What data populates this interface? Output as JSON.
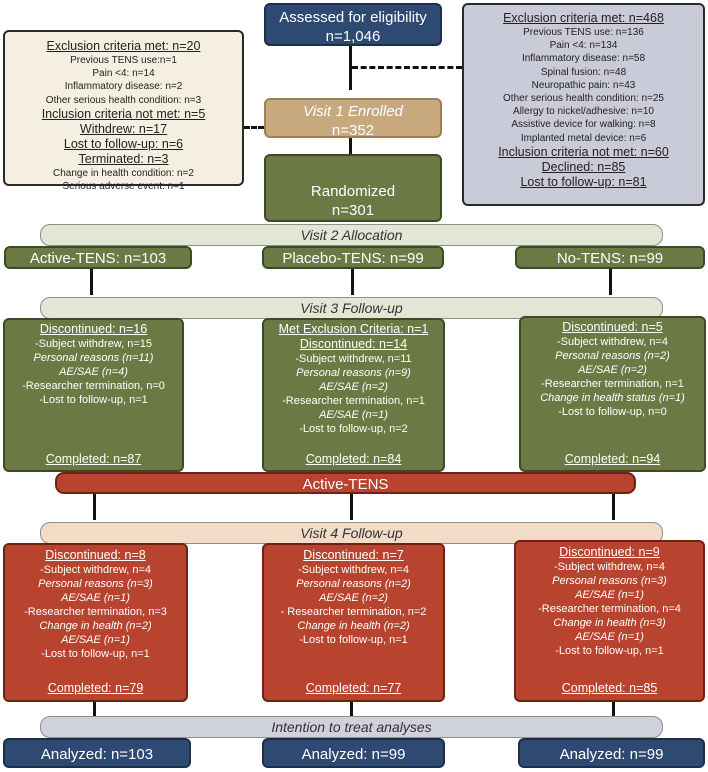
{
  "assessed": {
    "line1": "Assessed for eligibility",
    "line2": "n=1,046"
  },
  "left_excl": [
    {
      "t": "Exclusion criteria met: n=20",
      "c": "h"
    },
    {
      "t": "Previous TENS use:n=1",
      "c": "n"
    },
    {
      "t": "Pain <4: n=14",
      "c": "n"
    },
    {
      "t": "Inflammatory disease: n=2",
      "c": "n"
    },
    {
      "t": "Other serious health condition: n=3",
      "c": "n"
    },
    {
      "t": "Inclusion criteria not met: n=5",
      "c": "h"
    },
    {
      "t": "Withdrew: n=17",
      "c": "h"
    },
    {
      "t": "Lost to follow-up: n=6",
      "c": "h"
    },
    {
      "t": "Terminated: n=3",
      "c": "h"
    },
    {
      "t": "Change in health condition: n=2",
      "c": "n"
    },
    {
      "t": "Serious adverse event: n=1",
      "c": "n"
    }
  ],
  "right_excl": [
    {
      "t": "Exclusion criteria met: n=468",
      "c": "h"
    },
    {
      "t": "Previous TENS use: n=136",
      "c": "n"
    },
    {
      "t": "Pain <4: n=134",
      "c": "n"
    },
    {
      "t": "Inflammatory disease: n=58",
      "c": "n"
    },
    {
      "t": "Spinal fusion: n=48",
      "c": "n"
    },
    {
      "t": "Neuropathic pain: n=43",
      "c": "n"
    },
    {
      "t": "Other serious health condition: n=25",
      "c": "n"
    },
    {
      "t": "Allergy to nickel/adhesive: n=10",
      "c": "n"
    },
    {
      "t": "Assistive device for walking: n=8",
      "c": "n"
    },
    {
      "t": "Implanted metal device: n=6",
      "c": "n"
    },
    {
      "t": "Inclusion criteria not met: n=60",
      "c": "h"
    },
    {
      "t": "Declined: n=85",
      "c": "h"
    },
    {
      "t": "Lost to follow-up: n=81",
      "c": "h"
    }
  ],
  "visit1": {
    "line1": "Visit 1 Enrolled",
    "line2": "n=352"
  },
  "randomized": {
    "line1": "Randomized",
    "line2": "n=301"
  },
  "visit2_label": "Visit 2 Allocation",
  "arms": {
    "active": "Active-TENS: n=103",
    "placebo": "Placebo-TENS: n=99",
    "none": "No-TENS: n=99"
  },
  "visit3_label": "Visit 3 Follow-up",
  "v3": {
    "active": {
      "lines": [
        {
          "t": "Discontinued: n=16",
          "c": "h"
        },
        {
          "t": "-Subject withdrew, n=15",
          "c": "n"
        },
        {
          "t": "Personal reasons (n=11)",
          "c": "i"
        },
        {
          "t": "AE/SAE (n=4)",
          "c": "i"
        },
        {
          "t": "-Researcher termination, n=0",
          "c": "n"
        },
        {
          "t": "-Lost to follow-up, n=1",
          "c": "n"
        }
      ],
      "completed": "Completed: n=87"
    },
    "placebo": {
      "lines": [
        {
          "t": "Met Exclusion Criteria: n=1",
          "c": "h"
        },
        {
          "t": "Discontinued: n=14",
          "c": "h"
        },
        {
          "t": "-Subject withdrew, n=11",
          "c": "n"
        },
        {
          "t": "Personal reasons (n=9)",
          "c": "i"
        },
        {
          "t": "AE/SAE (n=2)",
          "c": "i"
        },
        {
          "t": "-Researcher termination, n=1",
          "c": "n"
        },
        {
          "t": "AE/SAE (n=1)",
          "c": "i"
        },
        {
          "t": "-Lost to follow-up, n=2",
          "c": "n"
        }
      ],
      "completed": "Completed: n=84"
    },
    "none": {
      "lines": [
        {
          "t": "Discontinued: n=5",
          "c": "h"
        },
        {
          "t": "-Subject withdrew, n=4",
          "c": "n"
        },
        {
          "t": "Personal reasons (n=2)",
          "c": "i"
        },
        {
          "t": "AE/SAE (n=2)",
          "c": "i"
        },
        {
          "t": "-Researcher termination, n=1",
          "c": "n"
        },
        {
          "t": "Change in health status (n=1)",
          "c": "i"
        },
        {
          "t": "-Lost to follow-up, n=0",
          "c": "n"
        }
      ],
      "completed": "Completed: n=94"
    }
  },
  "active_tens_bar": "Active-TENS",
  "visit4_label": "Visit 4 Follow-up",
  "v4": {
    "active": {
      "lines": [
        {
          "t": "Discontinued: n=8",
          "c": "h"
        },
        {
          "t": "-Subject withdrew, n=4",
          "c": "n"
        },
        {
          "t": "Personal reasons (n=3)",
          "c": "i"
        },
        {
          "t": "AE/SAE (n=1)",
          "c": "i"
        },
        {
          "t": "-Researcher termination, n=3",
          "c": "n"
        },
        {
          "t": "Change in health (n=2)",
          "c": "i"
        },
        {
          "t": "AE/SAE (n=1)",
          "c": "i"
        },
        {
          "t": "-Lost to follow-up, n=1",
          "c": "n"
        }
      ],
      "completed": "Completed: n=79"
    },
    "placebo": {
      "lines": [
        {
          "t": "Discontinued: n=7",
          "c": "h"
        },
        {
          "t": "-Subject withdrew, n=4",
          "c": "n"
        },
        {
          "t": "Personal reasons (n=2)",
          "c": "i"
        },
        {
          "t": "AE/SAE (n=2)",
          "c": "i"
        },
        {
          "t": "- Researcher termination, n=2",
          "c": "n"
        },
        {
          "t": "Change in health (n=2)",
          "c": "i"
        },
        {
          "t": "-Lost to follow-up, n=1",
          "c": "n"
        }
      ],
      "completed": "Completed: n=77"
    },
    "none": {
      "lines": [
        {
          "t": "Discontinued: n=9",
          "c": "h"
        },
        {
          "t": "-Subject withdrew, n=4",
          "c": "n"
        },
        {
          "t": "Personal reasons (n=3)",
          "c": "i"
        },
        {
          "t": "AE/SAE (n=1)",
          "c": "i"
        },
        {
          "t": "-Researcher termination, n=4",
          "c": "n"
        },
        {
          "t": "Change in health (n=3)",
          "c": "i"
        },
        {
          "t": "AE/SAE (n=1)",
          "c": "i"
        },
        {
          "t": "-Lost to follow-up, n=1",
          "c": "n"
        }
      ],
      "completed": "Completed: n=85"
    }
  },
  "itt_label": "Intention to treat analyses",
  "analyzed": {
    "active": "Analyzed: n=103",
    "placebo": "Analyzed: n=99",
    "none": "Analyzed: n=99"
  },
  "colors": {
    "navy": "#2f4a72",
    "tan": "#c8a97e",
    "green": "#6b7a45",
    "red": "#b8432e",
    "cream": "#f4efe0",
    "lavender": "#c9cbd9"
  }
}
